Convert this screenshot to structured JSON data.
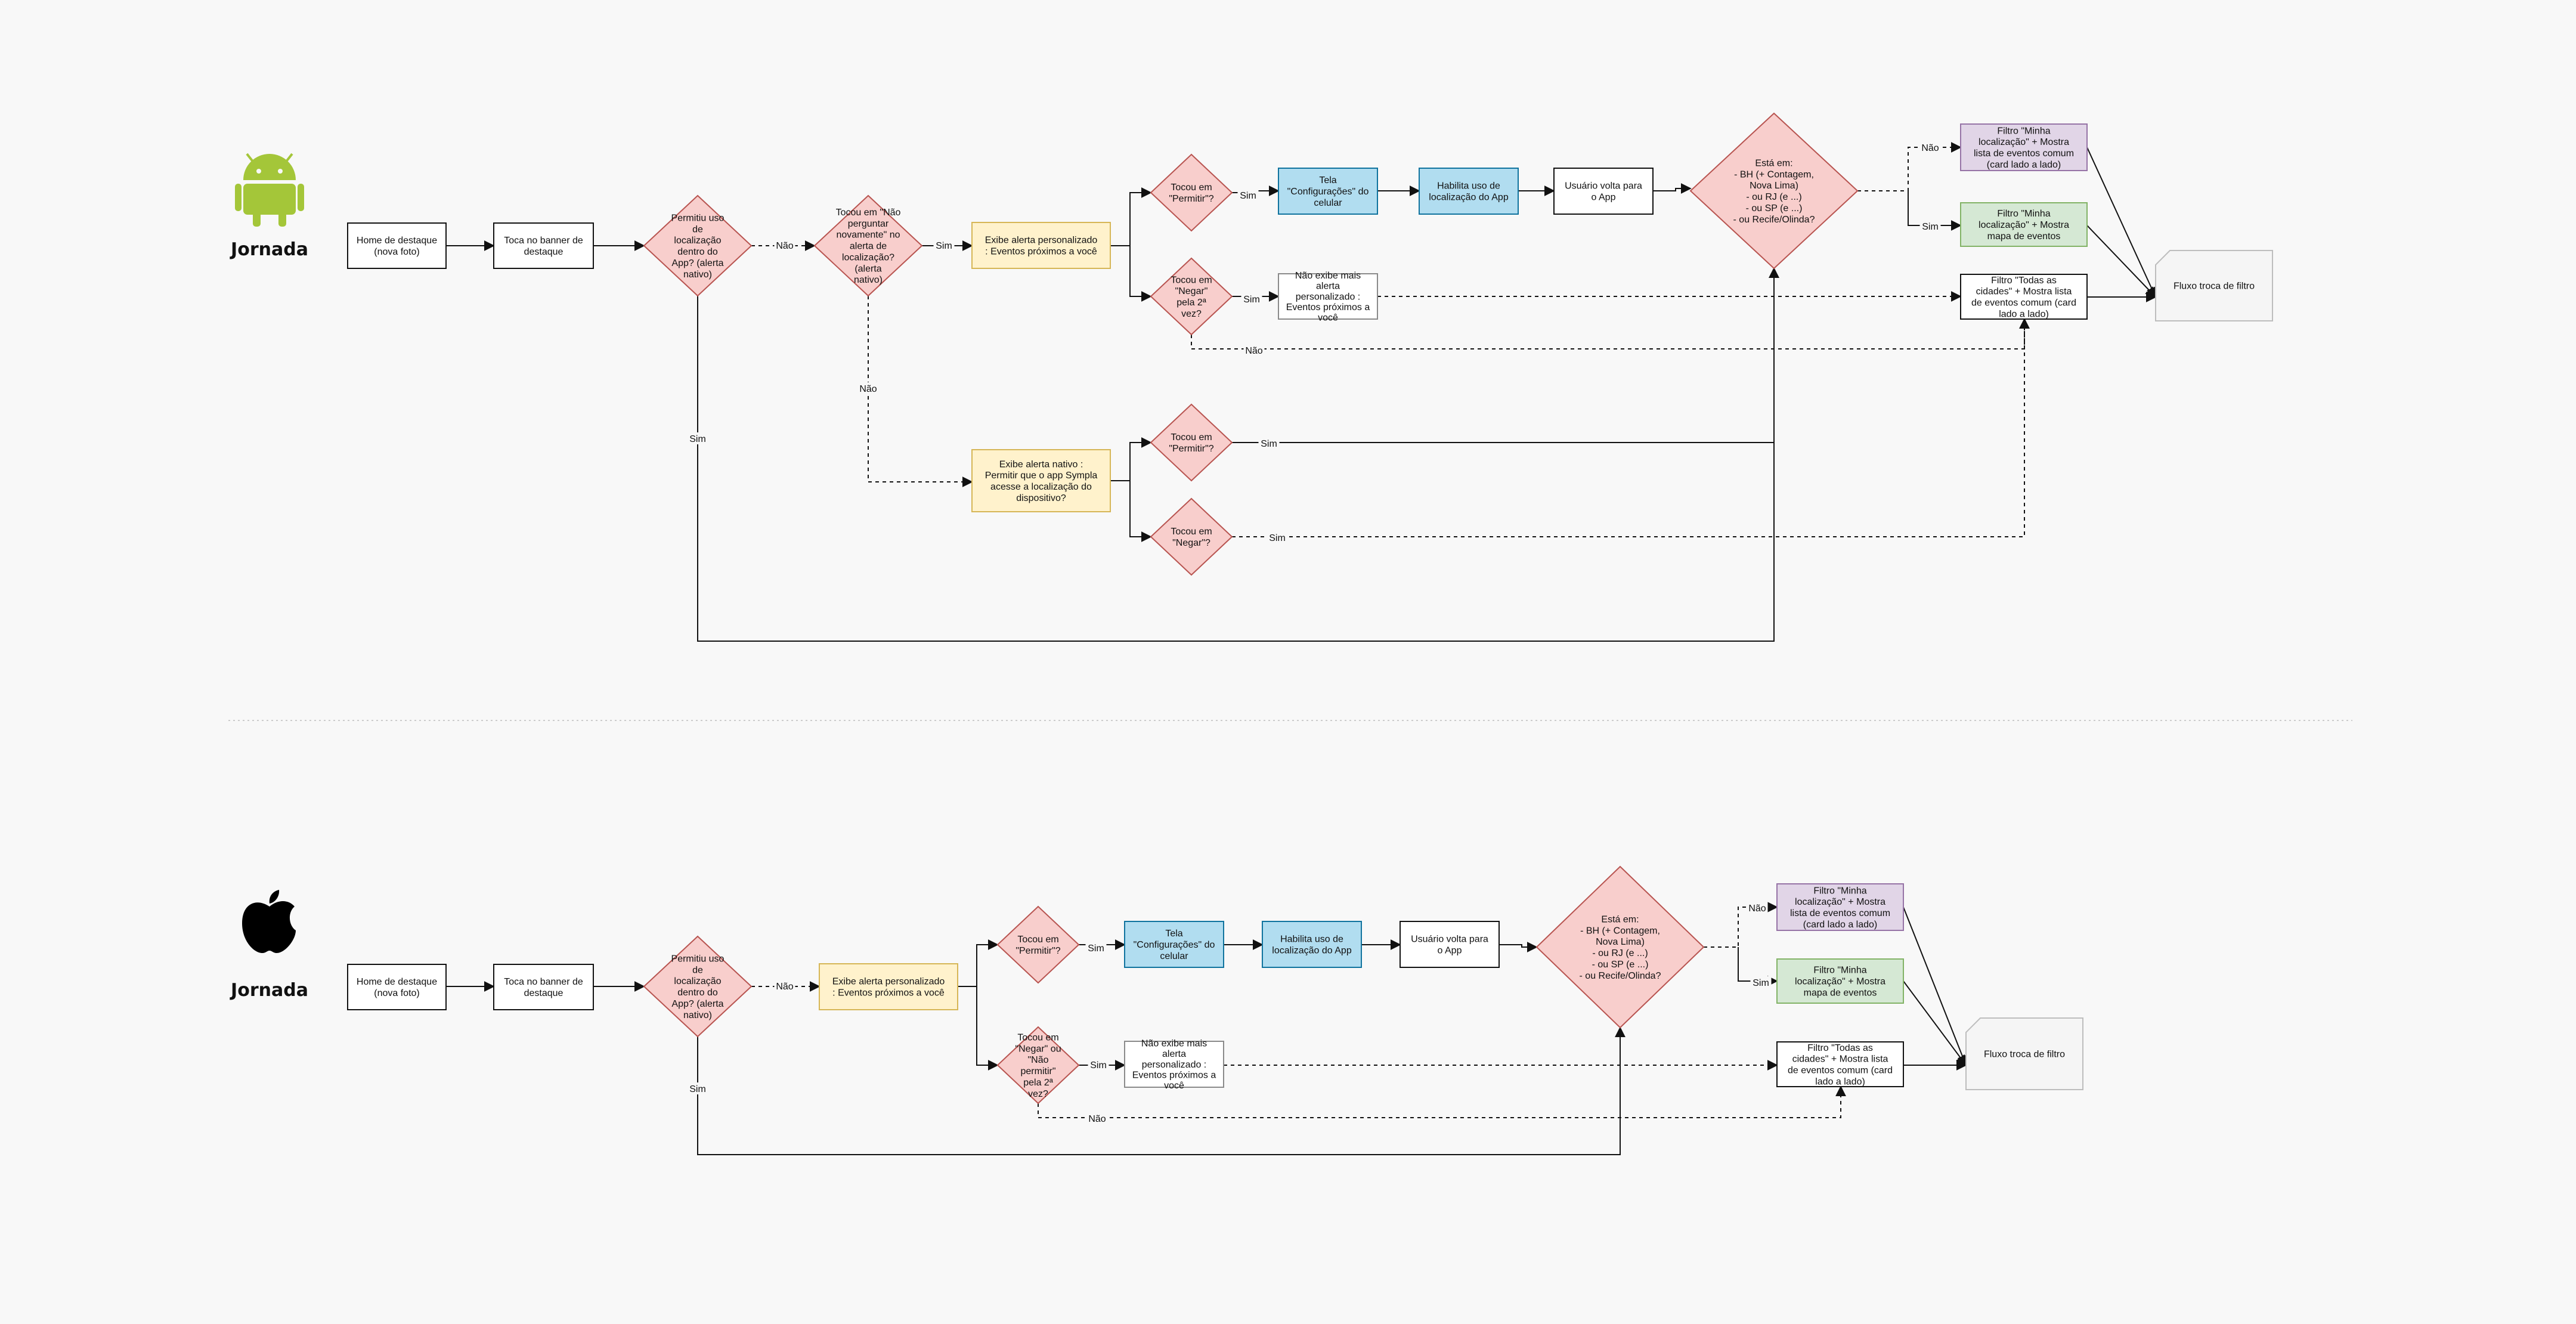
{
  "colors": {
    "background": "#f8f8f8",
    "decision_fill": "#f8cecc",
    "decision_stroke": "#b85450",
    "alert_fill": "#fff2cc",
    "alert_stroke": "#d6b656",
    "settings_fill": "#b1ddf0",
    "settings_stroke": "#10739e",
    "purple_fill": "#e1d5e7",
    "purple_stroke": "#9673a6",
    "green_fill": "#d5e8d4",
    "green_stroke": "#82b366",
    "android_green": "#a4c639",
    "apple_black": "#000000"
  },
  "android": {
    "icon": "android-icon",
    "title": "Jornada",
    "home": "Home de destaque (nova foto)",
    "banner": "Toca no banner de destaque",
    "d_permitiu": "Permitiu uso de localização dentro do App? (alerta nativo)",
    "d_nao_perguntar": "Tocou em \"Não perguntar novamente\" no alerta de localização? (alerta nativo)",
    "alerta_personalizado": "Exibe alerta personalizado : Eventos próximos a você",
    "alerta_nativo": "Exibe alerta nativo : Permitir que o app Sympla acesse a localização do dispositivo?",
    "d_permitir_1": "Tocou em \"Permitir\"?",
    "d_negar_2": "Tocou em \"Negar\" pela 2ª vez?",
    "d_permitir_2": "Tocou em \"Permitir\"?",
    "d_negar_1": "Tocou em \"Negar\"?",
    "configuracoes": "Tela \"Configurações\" do celular",
    "habilita": "Habilita uso de localização do App",
    "volta": "Usuário volta para o App",
    "nao_exibe": "Não exibe mais alerta personalizado : Eventos próximos a você",
    "esta_em": "Está em:\n- BH (+ Contagem, Nova Lima)\n- ou RJ (e ...)\n- ou SP (e ...)\n- ou Recife/Olinda?",
    "filtro_minha_lista": "Filtro \"Minha localização\" + Mostra lista de eventos comum (card lado a lado)",
    "filtro_minha_mapa": "Filtro \"Minha localização\" + Mostra mapa de eventos",
    "filtro_todas": "Filtro \"Todas as cidades\" + Mostra lista de eventos comum (card lado a lado)",
    "fluxo": "Fluxo troca de filtro",
    "edge_nao": "Não",
    "edge_sim": "Sim"
  },
  "ios": {
    "icon": "apple-icon",
    "title": "Jornada",
    "home": "Home de destaque (nova foto)",
    "banner": "Toca no banner de destaque",
    "d_permitiu": "Permitiu uso de localização dentro do App? (alerta nativo)",
    "alerta_personalizado": "Exibe alerta personalizado : Eventos próximos a você",
    "d_permitir": "Tocou em \"Permitir\"?",
    "d_negar": "Tocou em \"Negar\" ou \"Não permitir\" pela 2ª vez?",
    "configuracoes": "Tela \"Configurações\" do celular",
    "habilita": "Habilita uso de localização do App",
    "volta": "Usuário volta para o App",
    "nao_exibe": "Não exibe mais alerta personalizado : Eventos próximos a você",
    "esta_em": "Está em:\n- BH (+ Contagem, Nova Lima)\n- ou RJ (e ...)\n- ou SP (e ...)\n- ou Recife/Olinda?",
    "filtro_minha_lista": "Filtro \"Minha localização\" + Mostra lista de eventos comum (card lado a lado)",
    "filtro_minha_mapa": "Filtro \"Minha localização\" + Mostra mapa de eventos",
    "filtro_todas": "Filtro \"Todas as cidades\" + Mostra lista de eventos comum (card lado a lado)",
    "fluxo": "Fluxo troca de filtro",
    "edge_nao": "Não",
    "edge_sim": "Sim"
  }
}
